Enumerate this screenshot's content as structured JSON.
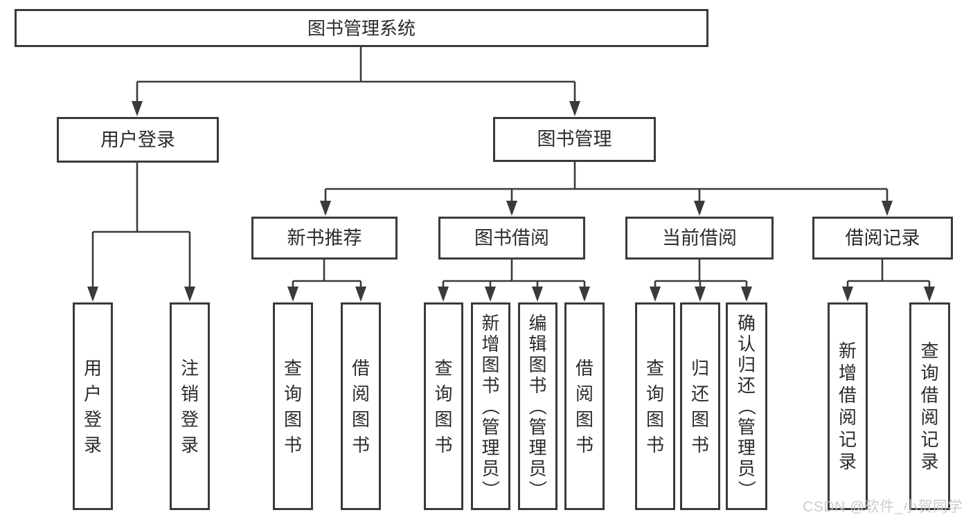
{
  "tree": {
    "root": {
      "label": "图书管理系统"
    },
    "branches": [
      {
        "label": "用户登录",
        "leaves": [
          {
            "label": "用户登录"
          },
          {
            "label": "注销登录"
          }
        ]
      },
      {
        "label": "图书管理",
        "sections": [
          {
            "label": "新书推荐",
            "leaves": [
              {
                "label": "查询图书"
              },
              {
                "label": "借阅图书"
              }
            ]
          },
          {
            "label": "图书借阅",
            "leaves": [
              {
                "label": "查询图书"
              },
              {
                "label": "新增图书（管理员）"
              },
              {
                "label": "编辑图书（管理员）"
              },
              {
                "label": "借阅图书"
              }
            ]
          },
          {
            "label": "当前借阅",
            "leaves": [
              {
                "label": "查询图书"
              },
              {
                "label": "归还图书"
              },
              {
                "label": "确认归还（管理员）"
              }
            ]
          },
          {
            "label": "借阅记录",
            "leaves": [
              {
                "label": "新增借阅记录"
              },
              {
                "label": "查询借阅记录"
              }
            ]
          }
        ]
      }
    ]
  },
  "watermark": {
    "text": "CSDN @软件_小贺同学"
  },
  "colors": {
    "line": "#3a3a3a",
    "text": "#2b2b2b",
    "box_background": "#ffffff",
    "page_background": "#ffffff",
    "watermark": "#c3c7cc"
  }
}
